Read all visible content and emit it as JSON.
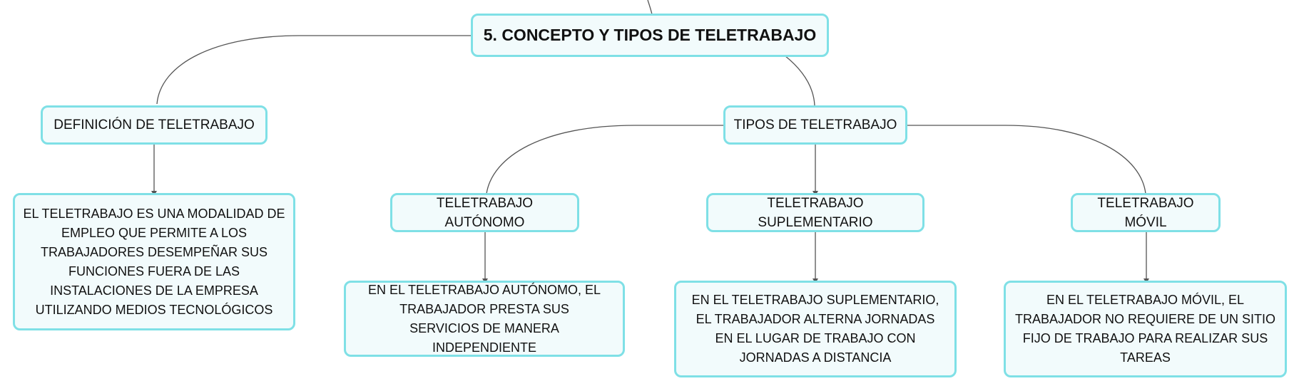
{
  "colors": {
    "border": "#7fe0e6",
    "fill": "#f2fbfc",
    "line": "#555555"
  },
  "root": {
    "label": "5. CONCEPTO Y TIPOS DE TELETRABAJO"
  },
  "definicion": {
    "label": "DEFINICIÓN DE TELETRABAJO",
    "text": "EL TELETRABAJO ES UNA MODALIDAD DE EMPLEO QUE PERMITE A LOS TRABAJADORES DESEMPEÑAR SUS FUNCIONES FUERA DE LAS INSTALACIONES DE LA EMPRESA UTILIZANDO MEDIOS TECNOLÓGICOS"
  },
  "tipos": {
    "label": "TIPOS DE TELETRABAJO",
    "autonomo": {
      "label": "TELETRABAJO AUTÓNOMO",
      "text": "EN EL TELETRABAJO AUTÓNOMO, EL TRABAJADOR PRESTA SUS SERVICIOS DE MANERA INDEPENDIENTE"
    },
    "suplementario": {
      "label": "TELETRABAJO SUPLEMENTARIO",
      "text": "EN EL TELETRABAJO SUPLEMENTARIO, EL TRABAJADOR ALTERNA JORNADAS EN EL LUGAR DE TRABAJO CON JORNADAS A DISTANCIA"
    },
    "movil": {
      "label": "TELETRABAJO MÓVIL",
      "text": "EN EL TELETRABAJO MÓVIL, EL TRABAJADOR NO REQUIERE DE UN SITIO FIJO DE TRABAJO PARA REALIZAR SUS TAREAS"
    }
  }
}
